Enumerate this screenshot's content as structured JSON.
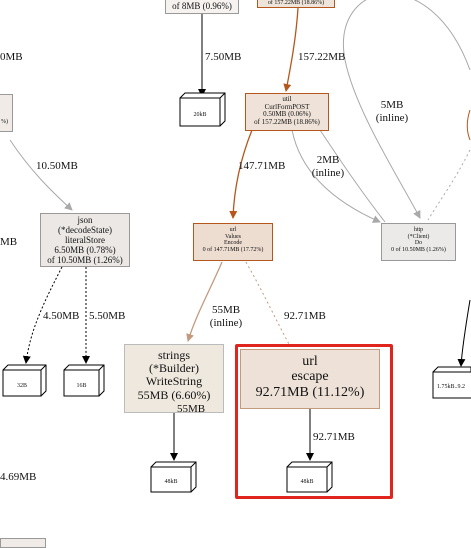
{
  "theme": {
    "highlight": "#e0251f",
    "edge_hot": "#b5561c",
    "edge_warm": "#c49a7e",
    "edge_cold": "#a9a9a9"
  },
  "top_nodes": {
    "partial_left": "of 8MB (0.96%)",
    "partial_right": "of 157.22MB (18.86%)"
  },
  "edge_labels": {
    "e_left_top": "0MB",
    "e_left_mid": "MB",
    "e_left_bottom": "4.69MB",
    "e_top_left": "7.50MB",
    "e_top_right": "157.22MB",
    "e_inline_right_size": "5MB",
    "e_inline_right_tag": "(inline)",
    "e_to_json": "10.50MB",
    "e_to_values": "147.71MB",
    "e_to_client_size": "2MB",
    "e_to_client_tag": "(inline)",
    "e_json_a": "4.50MB",
    "e_json_b": "5.50MB",
    "e_to_strings_size": "55MB",
    "e_to_strings_tag": "(inline)",
    "e_to_escape": "92.71MB",
    "e_strings_out": "55MB",
    "e_escape_out": "92.71MB"
  },
  "nodes": {
    "left_partial": {
      "text": "%)"
    },
    "curl": {
      "pkg": "util",
      "name": "CurlFormPOST",
      "flat": "0.50MB (0.06%)",
      "cum": "of 157.22MB (18.86%)"
    },
    "json": {
      "pkg": "json",
      "recv": "(*decodeState)",
      "name": "literalStore",
      "flat": "6.50MB (0.78%)",
      "cum": "of 10.50MB (1.26%)"
    },
    "values": {
      "pkg": "url",
      "recv": "Values",
      "name": "Encode",
      "cum": "0 of 147.71MB (17.72%)"
    },
    "client": {
      "pkg": "http",
      "recv": "(*Client)",
      "name": "Do",
      "cum": "0 of 10.50MB (1.26%)"
    },
    "strings": {
      "pkg": "strings",
      "recv": "(*Builder)",
      "name": "WriteString",
      "flat": "55MB (6.60%)"
    },
    "escape": {
      "pkg": "url",
      "name": "escape",
      "flat": "92.71MB (11.12%)"
    },
    "right_partial": {
      "text": "1.75kB..9.2"
    }
  },
  "leaves": {
    "top": "20kB",
    "json_a": "32B",
    "json_b": "16B",
    "strings": "48kB",
    "escape": "48kB"
  }
}
